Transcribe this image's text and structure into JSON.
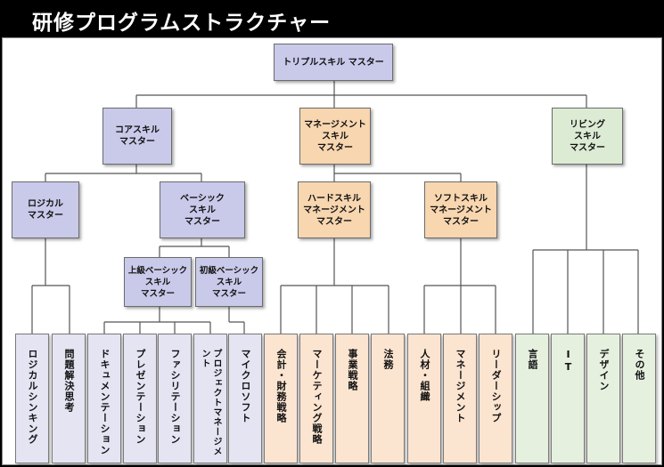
{
  "title": "研修プログラムストラクチャー",
  "top": "トリプルスキル\nマスター",
  "core": "コアスキル\nマスター",
  "management": "マネージメント\nスキル\nマスター",
  "living": "リビング\nスキル\nマスター",
  "logical": "ロジカル\nマスター",
  "basic": "ベーシック\nスキル\nマスター",
  "hard": "ハードスキル\nマネージメント\nマスター",
  "soft": "ソフトスキル\nマネージメント\nマスター",
  "advanced_basic": "上級ベーシック\nスキル\nマスター",
  "beginner_basic": "初級ベーシック\nスキル\nマスター",
  "leaves": [
    "ロジカルシンキング",
    "問題解決思考",
    "ドキュメンテーション",
    "プレゼンテーション",
    "ファシリテーション",
    "プロジェクトマネージメント",
    "マイクロソフト",
    "会計・財務戦略",
    "マーケティング戦略",
    "事業戦略",
    "法務",
    "人材・組織",
    "マネージメント",
    "リーダーシップ",
    "言語",
    "IT",
    "デザイン",
    "その他"
  ],
  "colors": {
    "purple": "#c9c9ea",
    "orange": "#f7d6b0",
    "green": "#dcebd3",
    "title_bar": "#000000"
  }
}
